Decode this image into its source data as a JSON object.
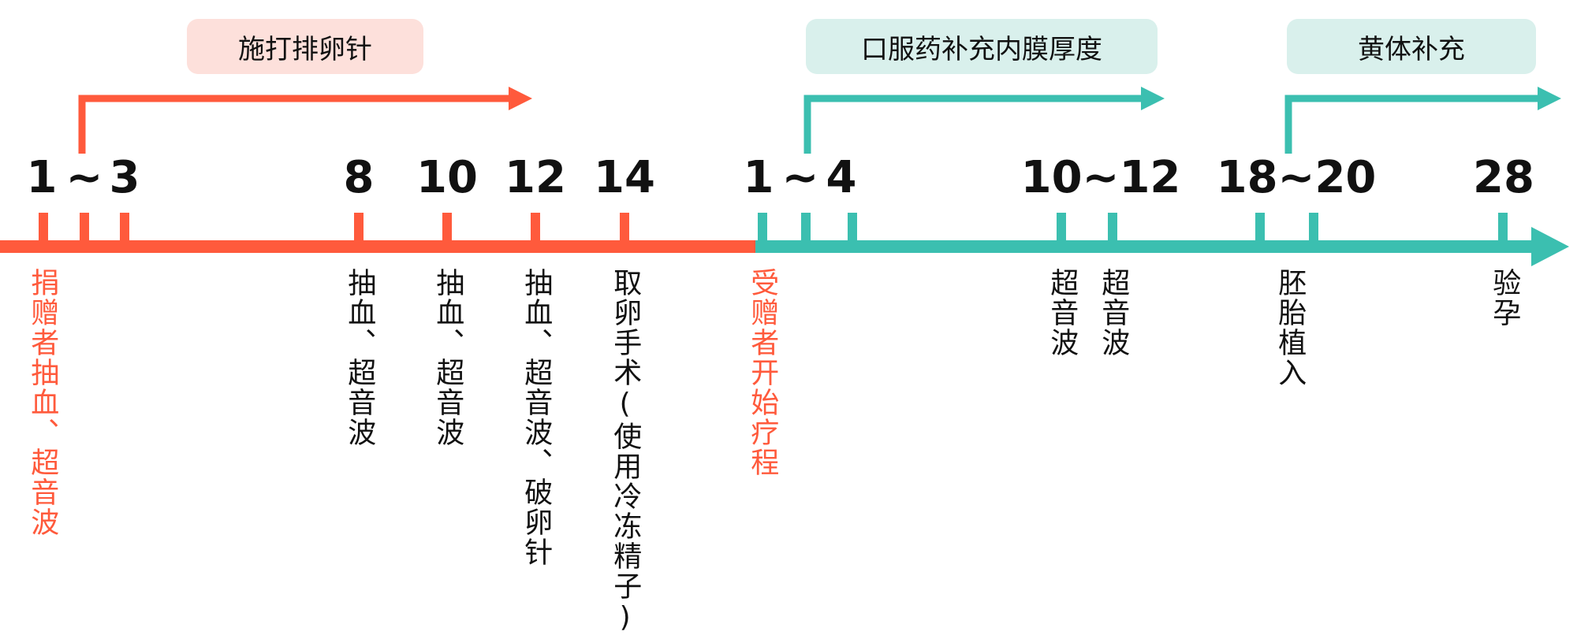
{
  "colors": {
    "red": "#ff5a3c",
    "teal": "#3bbfb0",
    "pink_bg": "#fde0db",
    "teal_bg": "#d9f0ec"
  },
  "banners": {
    "ovulation_trigger": "施打排卵针",
    "oral_medication": "口服药补充内膜厚度",
    "luteal_support": "黄体补充"
  },
  "numbers": {
    "d1": "1",
    "tilde1": "~",
    "d3": "3",
    "d8": "8",
    "d10": "10",
    "d12": "12",
    "d14": "14",
    "r1": "1",
    "tilde2": "~",
    "r4": "4",
    "r10_12": "10~12",
    "r18_20": "18~20",
    "r28": "28"
  },
  "labels": {
    "donor_start": "捐赠者抽血、超音波",
    "d8": "抽血、超音波",
    "d10": "抽血、超音波",
    "d12": "抽血、超音波、破卵针",
    "d14": "取卵手术(使用冷冻精子)",
    "recipient_start": "受赠者开始疗程",
    "r10": "超音波",
    "r12": "超音波",
    "r18": "胚胎植入",
    "r28": "验孕"
  }
}
